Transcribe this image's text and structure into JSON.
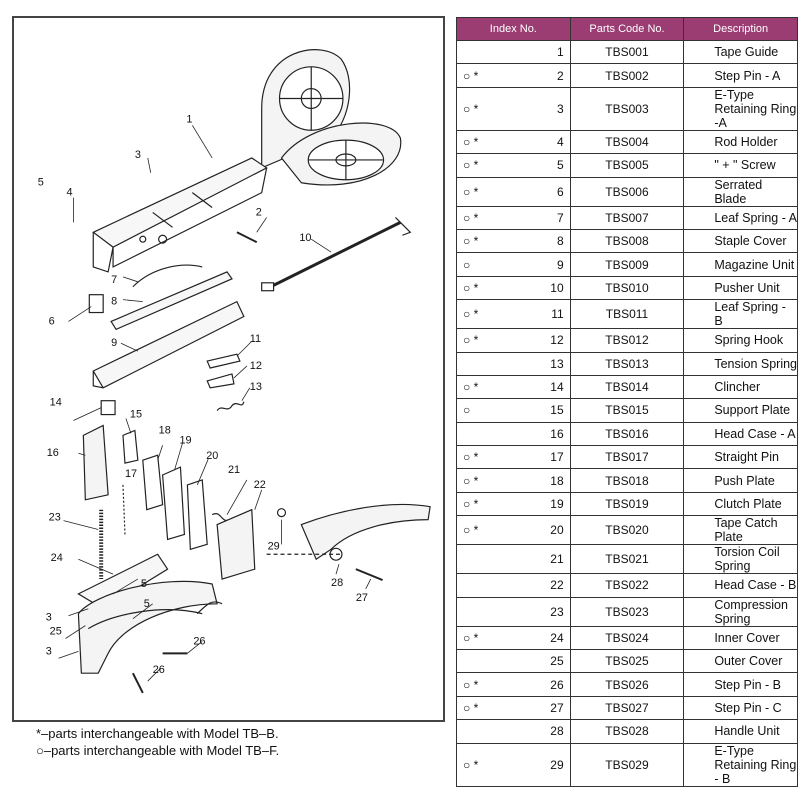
{
  "table": {
    "headers": [
      "Index No.",
      "Parts Code No.",
      "Description"
    ],
    "rows": [
      {
        "mark": "",
        "index": "1",
        "code": "TBS001",
        "desc": "Tape Guide"
      },
      {
        "mark": "○ *",
        "index": "2",
        "code": "TBS002",
        "desc": "Step Pin - A"
      },
      {
        "mark": "○ *",
        "index": "3",
        "code": "TBS003",
        "desc": "E-Type Retaining Ring -A"
      },
      {
        "mark": "○ *",
        "index": "4",
        "code": "TBS004",
        "desc": "Rod Holder"
      },
      {
        "mark": "○ *",
        "index": "5",
        "code": "TBS005",
        "desc": "\" + \" Screw"
      },
      {
        "mark": "○ *",
        "index": "6",
        "code": "TBS006",
        "desc": "Serrated Blade"
      },
      {
        "mark": "○ *",
        "index": "7",
        "code": "TBS007",
        "desc": "Leaf Spring - A"
      },
      {
        "mark": "○ *",
        "index": "8",
        "code": "TBS008",
        "desc": "Staple Cover"
      },
      {
        "mark": "○",
        "index": "9",
        "code": "TBS009",
        "desc": "Magazine Unit"
      },
      {
        "mark": "○ *",
        "index": "10",
        "code": "TBS010",
        "desc": "Pusher Unit"
      },
      {
        "mark": "○ *",
        "index": "11",
        "code": "TBS011",
        "desc": "Leaf Spring - B"
      },
      {
        "mark": "○ *",
        "index": "12",
        "code": "TBS012",
        "desc": "Spring Hook"
      },
      {
        "mark": "",
        "index": "13",
        "code": "TBS013",
        "desc": "Tension Spring"
      },
      {
        "mark": "○ *",
        "index": "14",
        "code": "TBS014",
        "desc": "Clincher"
      },
      {
        "mark": "○",
        "index": "15",
        "code": "TBS015",
        "desc": "Support Plate"
      },
      {
        "mark": "",
        "index": "16",
        "code": "TBS016",
        "desc": "Head Case - A"
      },
      {
        "mark": "○ *",
        "index": "17",
        "code": "TBS017",
        "desc": "Straight Pin"
      },
      {
        "mark": "○ *",
        "index": "18",
        "code": "TBS018",
        "desc": "Push Plate"
      },
      {
        "mark": "○ *",
        "index": "19",
        "code": "TBS019",
        "desc": "Clutch Plate"
      },
      {
        "mark": "○ *",
        "index": "20",
        "code": "TBS020",
        "desc": "Tape Catch Plate"
      },
      {
        "mark": "",
        "index": "21",
        "code": "TBS021",
        "desc": "Torsion Coil Spring"
      },
      {
        "mark": "",
        "index": "22",
        "code": "TBS022",
        "desc": "Head Case - B"
      },
      {
        "mark": "",
        "index": "23",
        "code": "TBS023",
        "desc": "Compression Spring"
      },
      {
        "mark": "○ *",
        "index": "24",
        "code": "TBS024",
        "desc": "Inner Cover"
      },
      {
        "mark": "",
        "index": "25",
        "code": "TBS025",
        "desc": "Outer Cover"
      },
      {
        "mark": "○ *",
        "index": "26",
        "code": "TBS026",
        "desc": "Step Pin - B"
      },
      {
        "mark": "○ *",
        "index": "27",
        "code": "TBS027",
        "desc": "Step Pin - C"
      },
      {
        "mark": "",
        "index": "28",
        "code": "TBS028",
        "desc": "Handle Unit"
      },
      {
        "mark": "○ *",
        "index": "29",
        "code": "TBS029",
        "desc": "E-Type Retaining Ring - B"
      }
    ]
  },
  "legend": {
    "line1": "*–parts interchangeable with Model TB–B.",
    "line2": "○–parts interchangeable with Model TB–F."
  },
  "diagram": {
    "callouts": [
      "1",
      "2",
      "3",
      "4",
      "5",
      "6",
      "7",
      "8",
      "9",
      "10",
      "11",
      "12",
      "13",
      "14",
      "15",
      "16",
      "17",
      "18",
      "19",
      "20",
      "21",
      "22",
      "23",
      "24",
      "5",
      "3",
      "25",
      "3",
      "5",
      "26",
      "26",
      "27",
      "28",
      "29"
    ]
  },
  "colors": {
    "header_bg": "#9b3d73",
    "header_text": "#ffffff"
  }
}
